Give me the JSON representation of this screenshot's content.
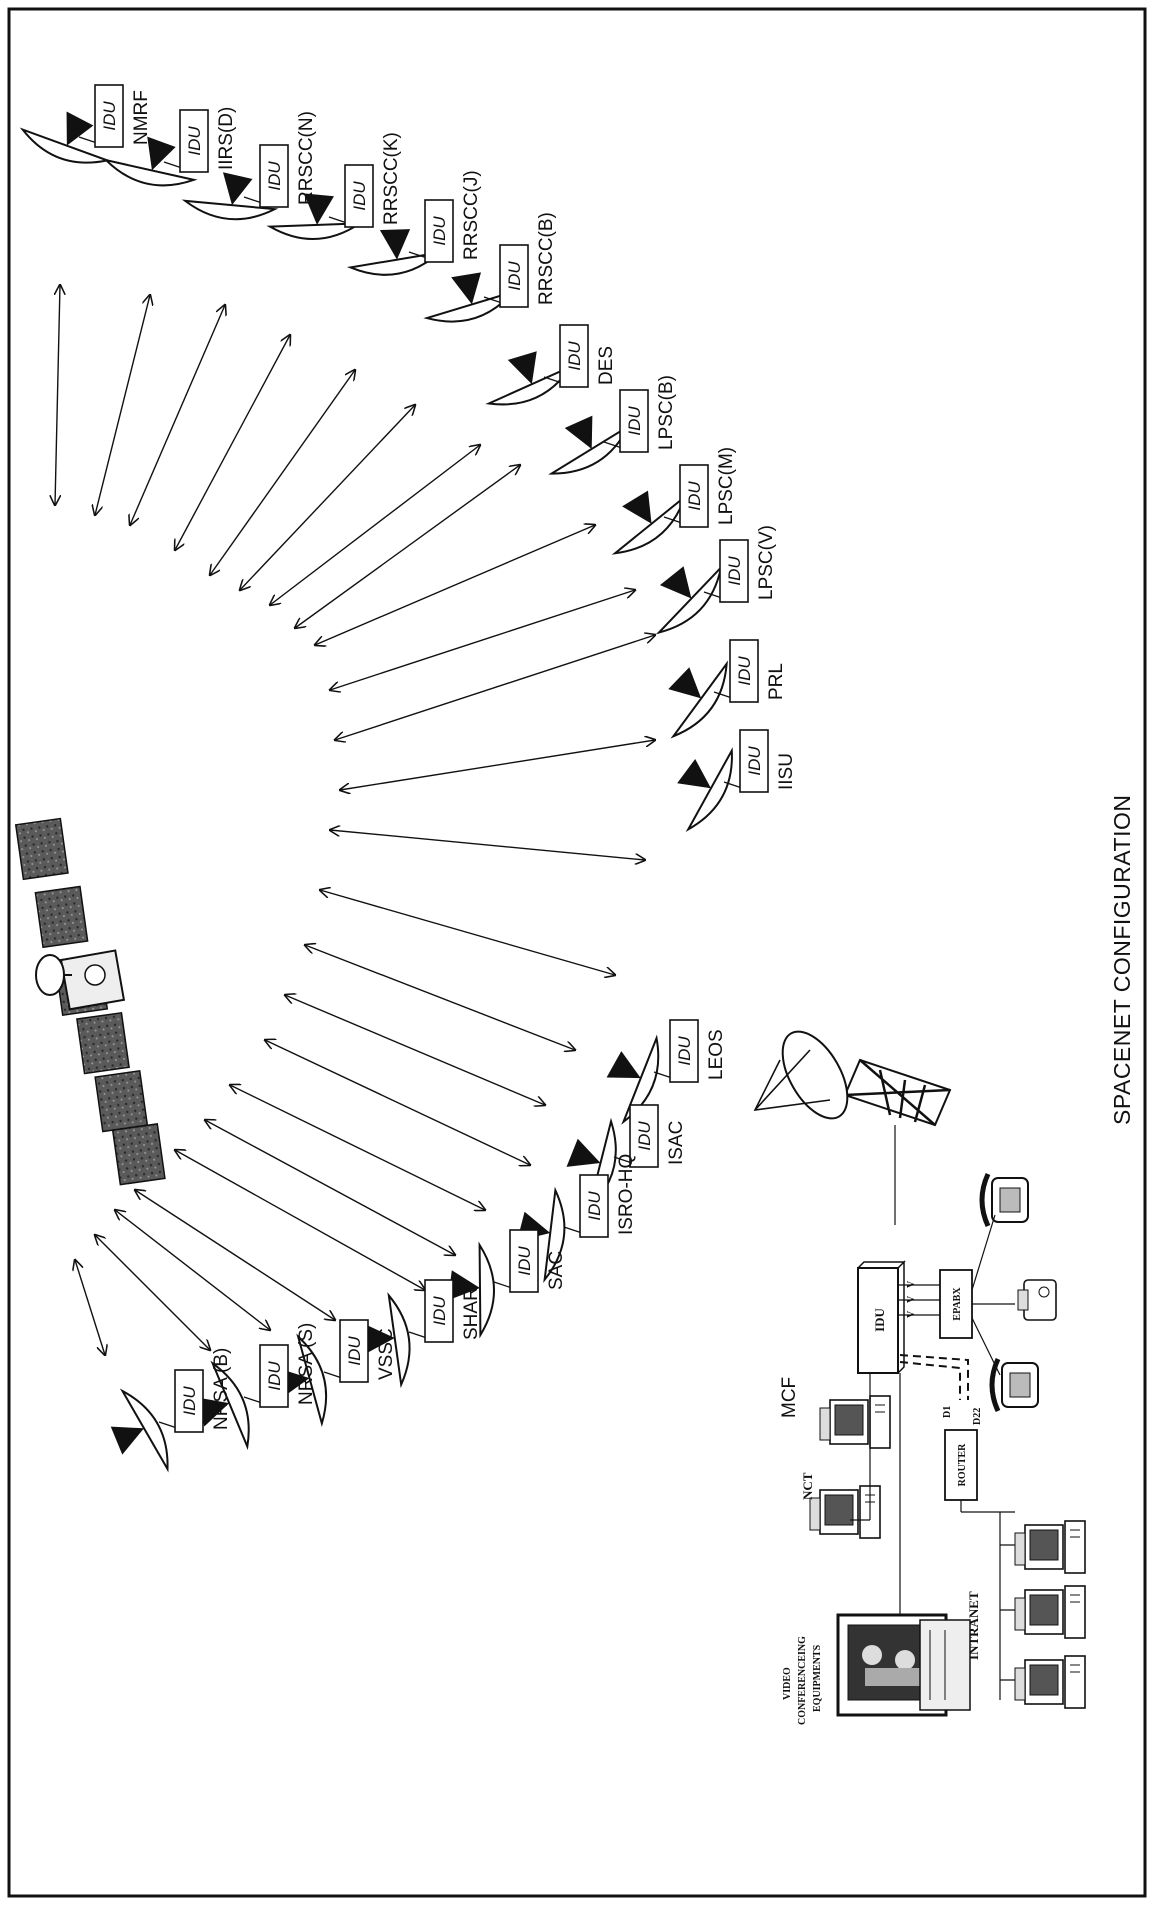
{
  "title": "SPACENET CONFIGURATION",
  "idu_label": "IDU",
  "stations": [
    "NMRF",
    "IIRS(D)",
    "RRSCC(N)",
    "RRSCC(K)",
    "RRSCC(J)",
    "RRSCC(B)",
    "DES",
    "LPSC(B)",
    "LPSC(M)",
    "LPSC(V)",
    "PRL",
    "IISU",
    "LEOS",
    "ISAC",
    "ISRO-HQ",
    "SAC",
    "SHAR",
    "VSSC",
    "NRSA (S)",
    "NRSA (B)"
  ],
  "hub": {
    "idu": "IDU",
    "epabx": "EPABX",
    "router": "ROUTER",
    "d1": "D1",
    "d22": "D22",
    "v_labels": [
      "V",
      "V",
      "V"
    ],
    "mcf": "MCF",
    "nct": "NCT",
    "intranet": "INTRANET",
    "video_line1": "VIDEO",
    "video_line2": "CONFERENCEING",
    "video_line3": "EQUIPMENTS"
  }
}
